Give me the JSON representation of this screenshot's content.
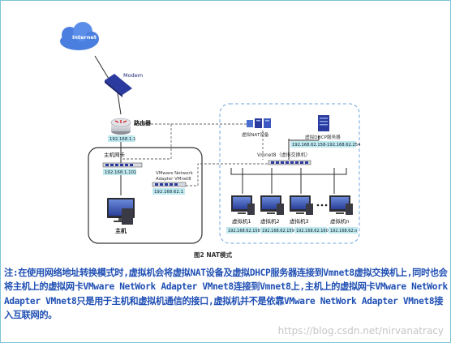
{
  "diagram": {
    "internet_label": "Internet",
    "modem_label": "Modem",
    "router_label": "路由器",
    "router_ip": "192.168.1.1",
    "host_nic_label": "主机网卡",
    "host_nic_ip": "192.168.1.101",
    "vmnet8_adapter_line1": "VMware Network",
    "vmnet8_adapter_line2": "Adapter VMnet8",
    "vmnet8_adapter_ip": "192.168.62.1",
    "host_label": "主机",
    "nat_device_label": "虚拟NAT设备",
    "dhcp_label": "虚拟DHCP服务器",
    "dhcp_range": "192.168.62.158-192.168.62.254",
    "vswitch_label": "Vmnet8（虚拟交换机）",
    "vms": [
      {
        "name": "虚拟机1",
        "ip": "192.168.62.158"
      },
      {
        "name": "虚拟机2",
        "ip": "192.168.62.159"
      },
      {
        "name": "虚拟机3",
        "ip": "192.168.62.160"
      },
      {
        "name": "虚拟机n",
        "ip": "192.168.62.n"
      }
    ],
    "figure_title": "图2  NAT模式"
  },
  "caption": "注:在使用网络地址转换模式时,虚拟机会将虚拟NAT设备及虚拟DHCP服务器连接到Vmnet8虚拟交换机上,同时也会将主机上的虚拟网卡VMware NetWork Adapter VMnet8连接到Vmnet8上,主机上的虚拟网卡VMware NetWork Adapter VMnet8只是用于主机和虚拟机通信的接口,虚拟机并不是依靠VMware NetWork Adapter VMnet8接入互联网的。",
  "watermark": "https://blog.csdn.net/nirvanatracy"
}
